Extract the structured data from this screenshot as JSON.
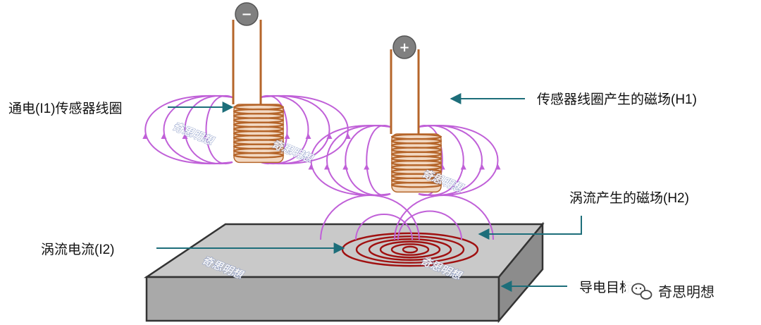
{
  "labels": {
    "coil_label": "通电(I1)传感器线圈",
    "coil_field": "传感器线圈产生的磁场(H1)",
    "eddy_field": "涡流产生的磁场(H2)",
    "eddy_current": "涡流电流(I2)",
    "target": "导电目标"
  },
  "watermark": "奇思明想",
  "brand": {
    "name": "奇思明想",
    "icon": "wechat-icon"
  },
  "colors": {
    "field_line": "#c060d8",
    "coil": "#b5652a",
    "eddy": "#a01010",
    "leader": "#1d6e7a",
    "plate_top": "#c9c9c9",
    "plate_front": "#a9a9a9",
    "plate_side": "#8c8c8c",
    "terminal": "#808080"
  }
}
